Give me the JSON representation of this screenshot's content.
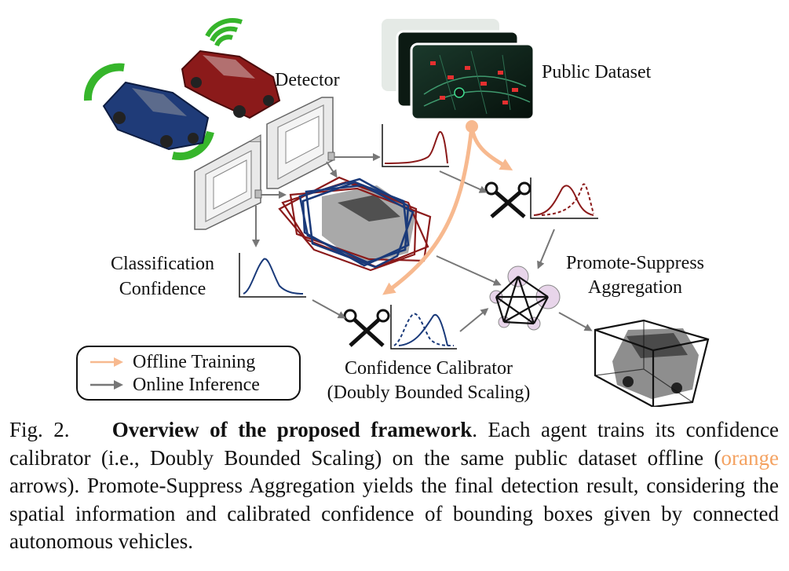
{
  "figure": {
    "labels": {
      "detector": "Detector",
      "public_dataset": "Public Dataset",
      "classification_confidence_line1": "Classification",
      "classification_confidence_line2": "Confidence",
      "promote_suppress_line1": "Promote-Suppress",
      "promote_suppress_line2": "Aggregation",
      "calibrator_line1": "Confidence Calibrator",
      "calibrator_line2": "(Doubly Bounded Scaling)"
    },
    "legend": {
      "offline": "Offline Training",
      "online": "Online Inference"
    },
    "colors": {
      "offline_arrow": "#f7b98f",
      "online_arrow": "#777777",
      "dark_red": "#8b1a1a",
      "navy": "#1a3a7a",
      "sensor_green": "#36b52b",
      "node_fill": "#e8d5ea"
    }
  },
  "caption": {
    "prefix": "Fig. 2.",
    "title": "Overview of the proposed framework",
    "text1": ". Each agent trains its confidence calibrator (i.e., Doubly Bounded Scaling) on the same public dataset offline (",
    "orange_word": "orange",
    "text2": " arrows). Promote-Suppress Aggregation yields the final detection result, considering the spatial information and calibrated confidence of bounding boxes given by connected autonomous vehicles."
  }
}
